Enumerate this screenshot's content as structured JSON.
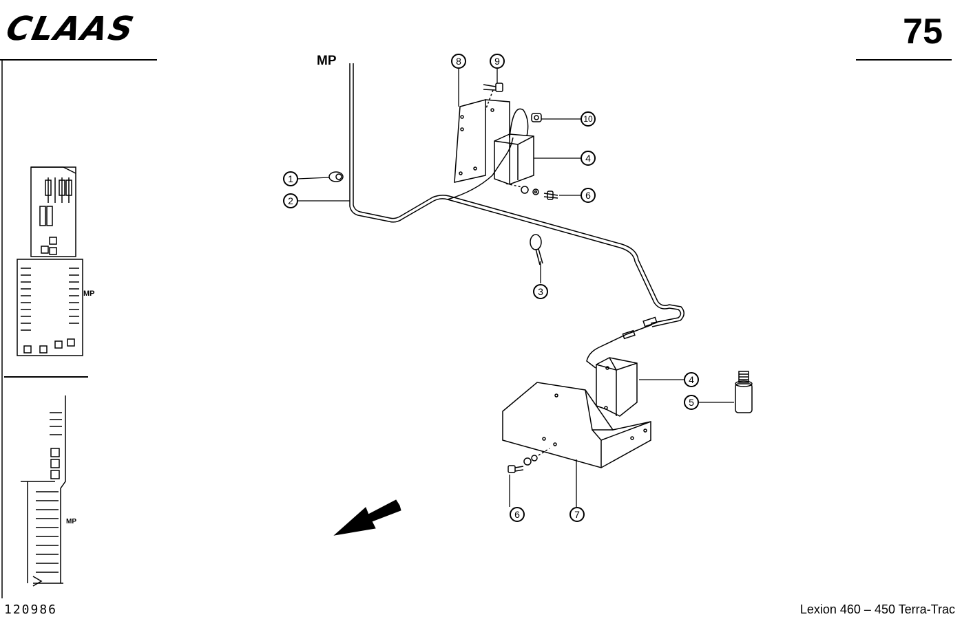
{
  "header": {
    "brand": "CLAAS",
    "page_number": "75"
  },
  "footer": {
    "document_id": "120986",
    "model": "Lexion 460 – 450 Terra-Trac"
  },
  "labels": {
    "mp_main": "MP",
    "mp_locator_1": "MP",
    "mp_locator_2": "MP"
  },
  "callouts": {
    "c1": "1",
    "c2": "2",
    "c3": "3",
    "c4a": "4",
    "c4b": "4",
    "c5": "5",
    "c6a": "6",
    "c6b": "6",
    "c7": "7",
    "c8": "8",
    "c9": "9",
    "c10": "10"
  }
}
